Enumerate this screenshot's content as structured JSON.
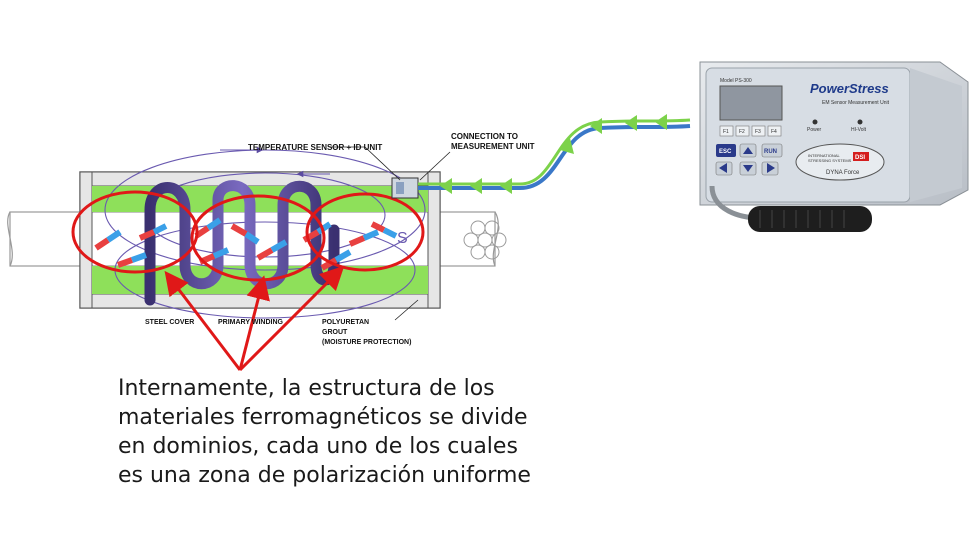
{
  "labels": {
    "temperature_sensor": "TEMPERATURE SENSOR + ID UNIT",
    "connection_line1": "CONNECTION TO",
    "connection_line2": "MEASUREMENT UNIT",
    "steel_cover": "STEEL COVER",
    "primary_winding": "PRIMARY WINDING",
    "polyuretan_line1": "POLYURETAN",
    "polyuretan_line2": "GROUT",
    "polyuretan_line3": "(MOISTURE PROTECTION)",
    "s_pole": "S"
  },
  "device": {
    "brand": "PowerStress",
    "subtitle": "EM Sensor Measurement Unit",
    "model": "Model PS-300",
    "keys_f": [
      "F1",
      "F2",
      "F3",
      "F4"
    ],
    "key_esc": "ESC",
    "key_run": "RUN",
    "indicator_power": "Power",
    "indicator_hi_volt": "HI-Volt",
    "logo_text_line1": "INTERNATIONAL",
    "logo_text_line2": "STRESSING SYSTEMS",
    "logo_badge": "DSI",
    "logo_product": "DYNA Force"
  },
  "caption": {
    "line1": "Internamente, la estructura de los",
    "line2": "materiales ferromagnéticos se divide",
    "line3": "en dominios, cada uno de los cuales",
    "line4": "es una zona de polarización uniforme"
  },
  "colors": {
    "accent_red": "#e01818",
    "coil_purple": "#5a4aa0",
    "grout_green": "#8ee05a",
    "cable_green": "#7cd24a",
    "cable_blue": "#3a78c8",
    "device_panel": "#d7dde4"
  }
}
